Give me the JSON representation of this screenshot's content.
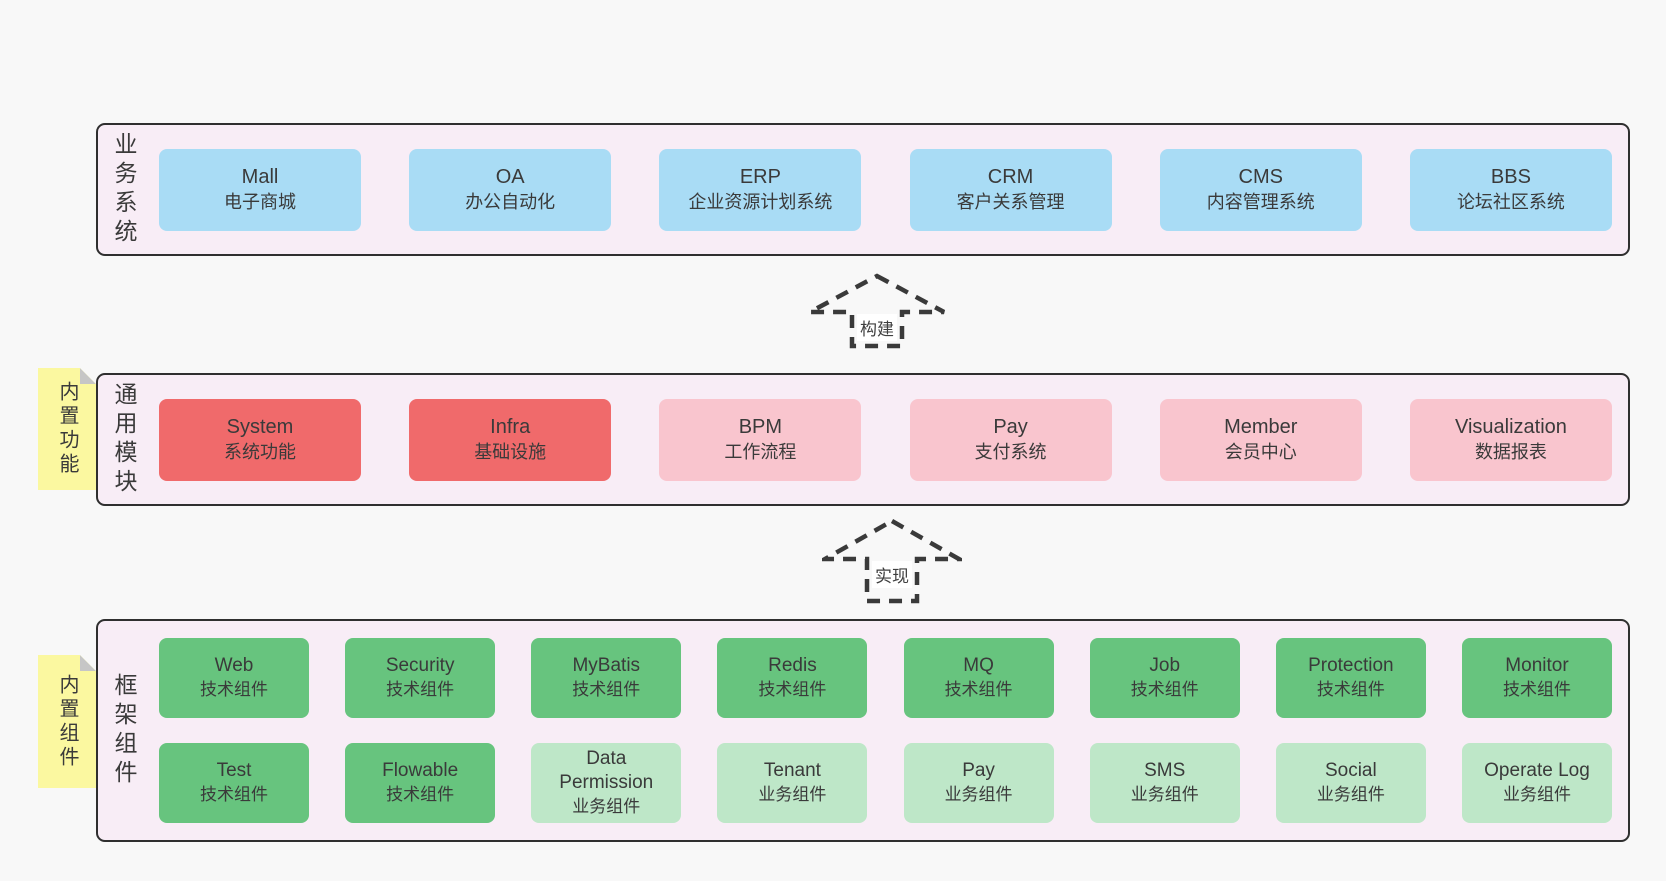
{
  "colors": {
    "page_bg": "#f8f8f8",
    "panel_bg": "#f8edf6",
    "panel_border": "#2f2f2f",
    "node_blue": "#a9dcf5",
    "node_red": "#f06a6b",
    "node_pink": "#f9c5ce",
    "node_green_dark": "#67c47e",
    "node_green_light": "#bee7c8",
    "sticky_yellow": "#fbf8a0",
    "text": "#3a3a3a"
  },
  "layers": {
    "business": {
      "label": "业务系统",
      "boxes": [
        {
          "en": "Mall",
          "zh": "电子商城"
        },
        {
          "en": "OA",
          "zh": "办公自动化"
        },
        {
          "en": "ERP",
          "zh": "企业资源计划系统"
        },
        {
          "en": "CRM",
          "zh": "客户关系管理"
        },
        {
          "en": "CMS",
          "zh": "内容管理系统"
        },
        {
          "en": "BBS",
          "zh": "论坛社区系统"
        }
      ]
    },
    "modules": {
      "label": "通用模块",
      "sticky": "内置功能",
      "boxes": [
        {
          "en": "System",
          "zh": "系统功能"
        },
        {
          "en": "Infra",
          "zh": "基础设施"
        },
        {
          "en": "BPM",
          "zh": "工作流程"
        },
        {
          "en": "Pay",
          "zh": "支付系统"
        },
        {
          "en": "Member",
          "zh": "会员中心"
        },
        {
          "en": "Visualization",
          "zh": "数据报表"
        }
      ]
    },
    "components": {
      "label": "框架组件",
      "sticky": "内置组件",
      "row1": [
        {
          "en": "Web",
          "zh": "技术组件"
        },
        {
          "en": "Security",
          "zh": "技术组件"
        },
        {
          "en": "MyBatis",
          "zh": "技术组件"
        },
        {
          "en": "Redis",
          "zh": "技术组件"
        },
        {
          "en": "MQ",
          "zh": "技术组件"
        },
        {
          "en": "Job",
          "zh": "技术组件"
        },
        {
          "en": "Protection",
          "zh": "技术组件"
        },
        {
          "en": "Monitor",
          "zh": "技术组件"
        }
      ],
      "row2": [
        {
          "en": "Test",
          "zh": "技术组件"
        },
        {
          "en": "Flowable",
          "zh": "技术组件"
        },
        {
          "en": "Data Permission",
          "zh": "业务组件"
        },
        {
          "en": "Tenant",
          "zh": "业务组件"
        },
        {
          "en": "Pay",
          "zh": "业务组件"
        },
        {
          "en": "SMS",
          "zh": "业务组件"
        },
        {
          "en": "Social",
          "zh": "业务组件"
        },
        {
          "en": "Operate Log",
          "zh": "业务组件"
        }
      ]
    }
  },
  "arrows": {
    "build": {
      "label": "构建"
    },
    "implement": {
      "label": "实现"
    }
  }
}
